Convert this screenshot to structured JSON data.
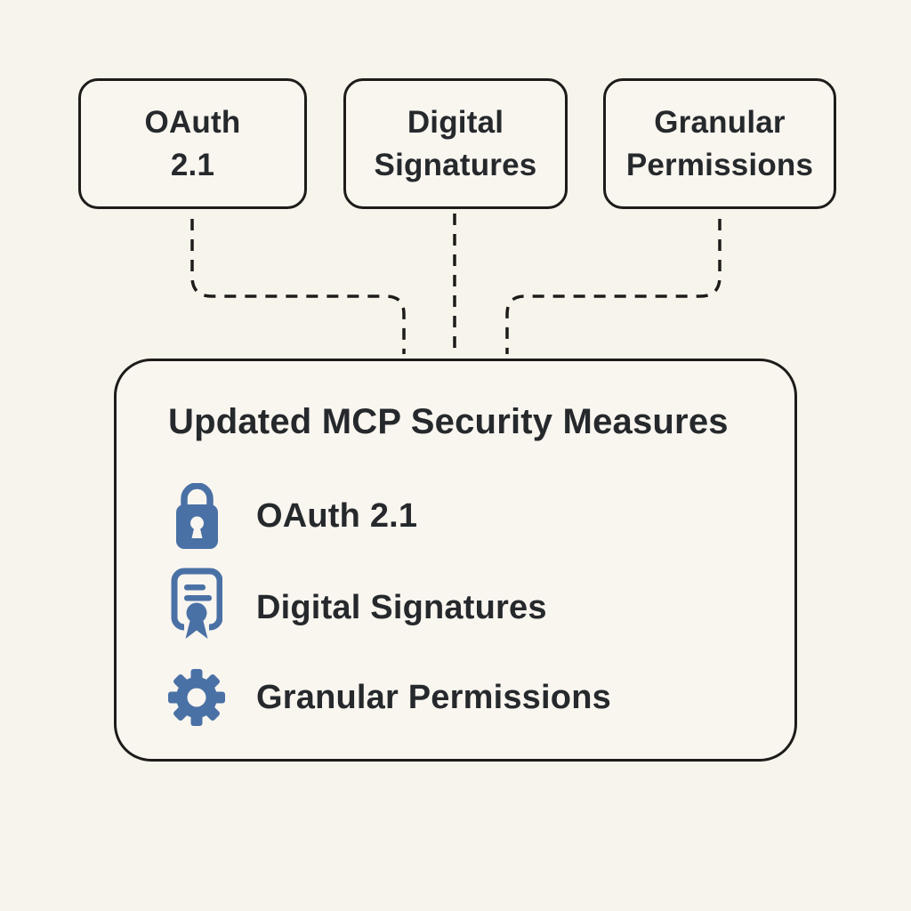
{
  "theme": {
    "bg": "#f7f4ec",
    "panel_bg": "#f9f6f0",
    "line": "#1d1c1a",
    "text": "#26292c",
    "accent": "#4a71a5"
  },
  "top_boxes": [
    {
      "label": "OAuth\n2.1"
    },
    {
      "label": "Digital\nSignatures"
    },
    {
      "label": "Granular\nPermissions"
    }
  ],
  "panel": {
    "title": "Updated MCP Security Measures",
    "items": [
      {
        "icon": "lock-icon",
        "label": "OAuth 2.1"
      },
      {
        "icon": "certificate-icon",
        "label": "Digital Signatures"
      },
      {
        "icon": "gear-icon",
        "label": "Granular Permissions"
      }
    ]
  }
}
